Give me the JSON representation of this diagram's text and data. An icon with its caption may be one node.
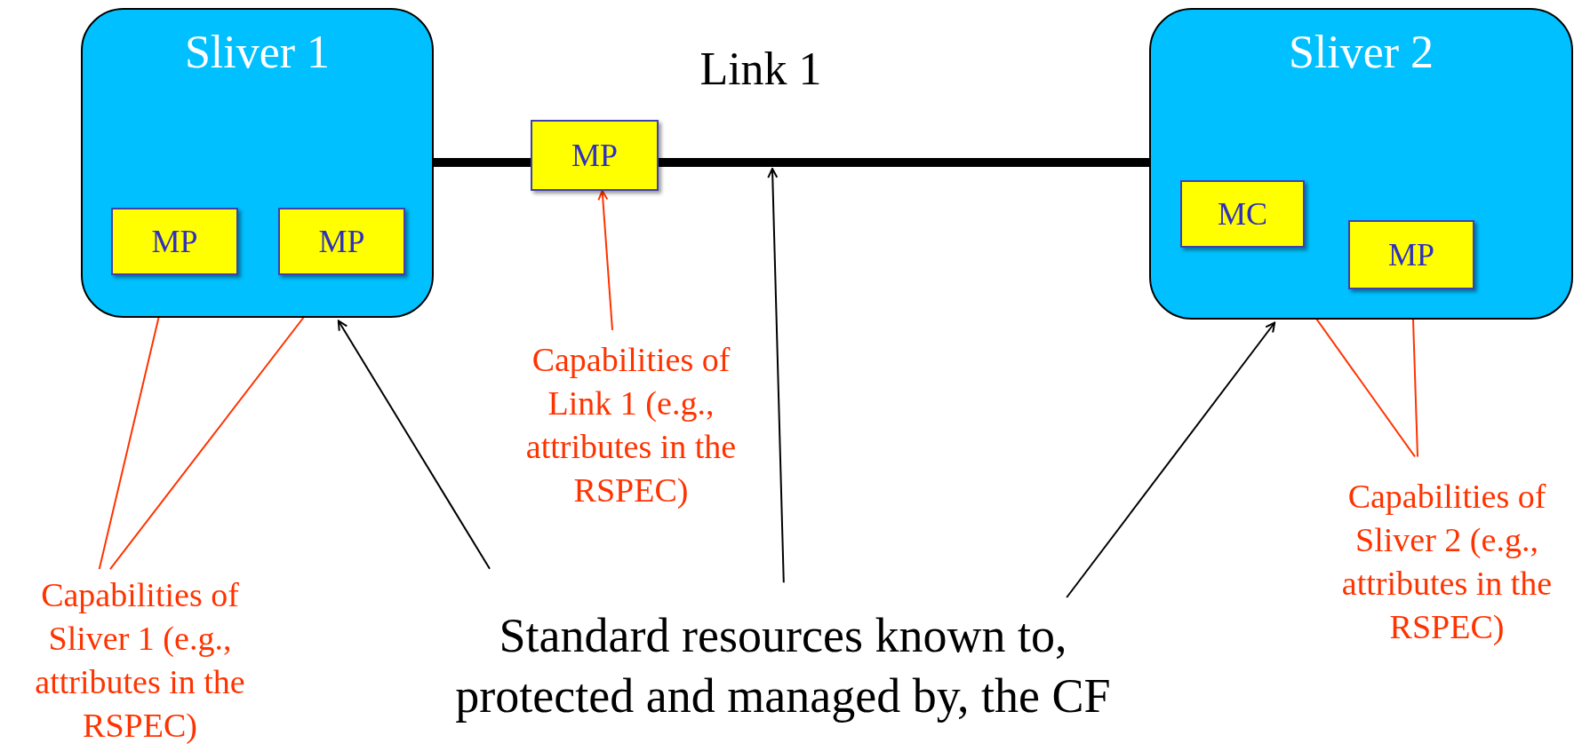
{
  "diagram": {
    "nodes": [
      {
        "text": [
          "Sliver 1"
        ]
      },
      {
        "text": [
          "MP"
        ],
        "in": 0
      },
      {
        "text": [
          "MP"
        ],
        "in": 0
      },
      {
        "text": [
          "Sliver 2"
        ]
      },
      {
        "text": [
          "MC"
        ],
        "in": 3
      },
      {
        "text": [
          "MP"
        ],
        "in": 3
      },
      {
        "text": [
          "MP"
        ]
      },
      {
        "text": [
          "Capabilities of Sliver 1 (e.g., attributes in the RSPEC)"
        ]
      },
      {
        "text": [
          "Capabilities of Link 1 (e.g., attributes in the RSPEC)"
        ]
      },
      {
        "text": [
          "Capabilities of Sliver 2 (e.g., attributes in the RSPEC)"
        ]
      },
      {
        "text": [
          "Standard resources known to, protected and managed by, the CF"
        ]
      }
    ],
    "edges": [
      {
        "from": 0,
        "to": 6,
        "arrow": "none",
        "style": "thick"
      },
      {
        "from": 6,
        "to": 3,
        "arrow": "none",
        "style": "thick",
        "label": "Link 1"
      },
      {
        "from": 7,
        "to": 1,
        "arrow": "to",
        "color": "#ff3300"
      },
      {
        "from": 7,
        "to": 2,
        "arrow": "to",
        "color": "#ff3300"
      },
      {
        "from": 8,
        "to": 6,
        "arrow": "to",
        "color": "#ff3300"
      },
      {
        "from": 9,
        "to": 4,
        "arrow": "to",
        "color": "#ff3300"
      },
      {
        "from": 9,
        "to": 5,
        "arrow": "to",
        "color": "#ff3300"
      },
      {
        "from": 10,
        "to": 0,
        "arrow": "to"
      },
      {
        "from": 10,
        "to": null,
        "arrow": "to"
      },
      {
        "from": 10,
        "to": 3,
        "arrow": "to"
      }
    ]
  }
}
